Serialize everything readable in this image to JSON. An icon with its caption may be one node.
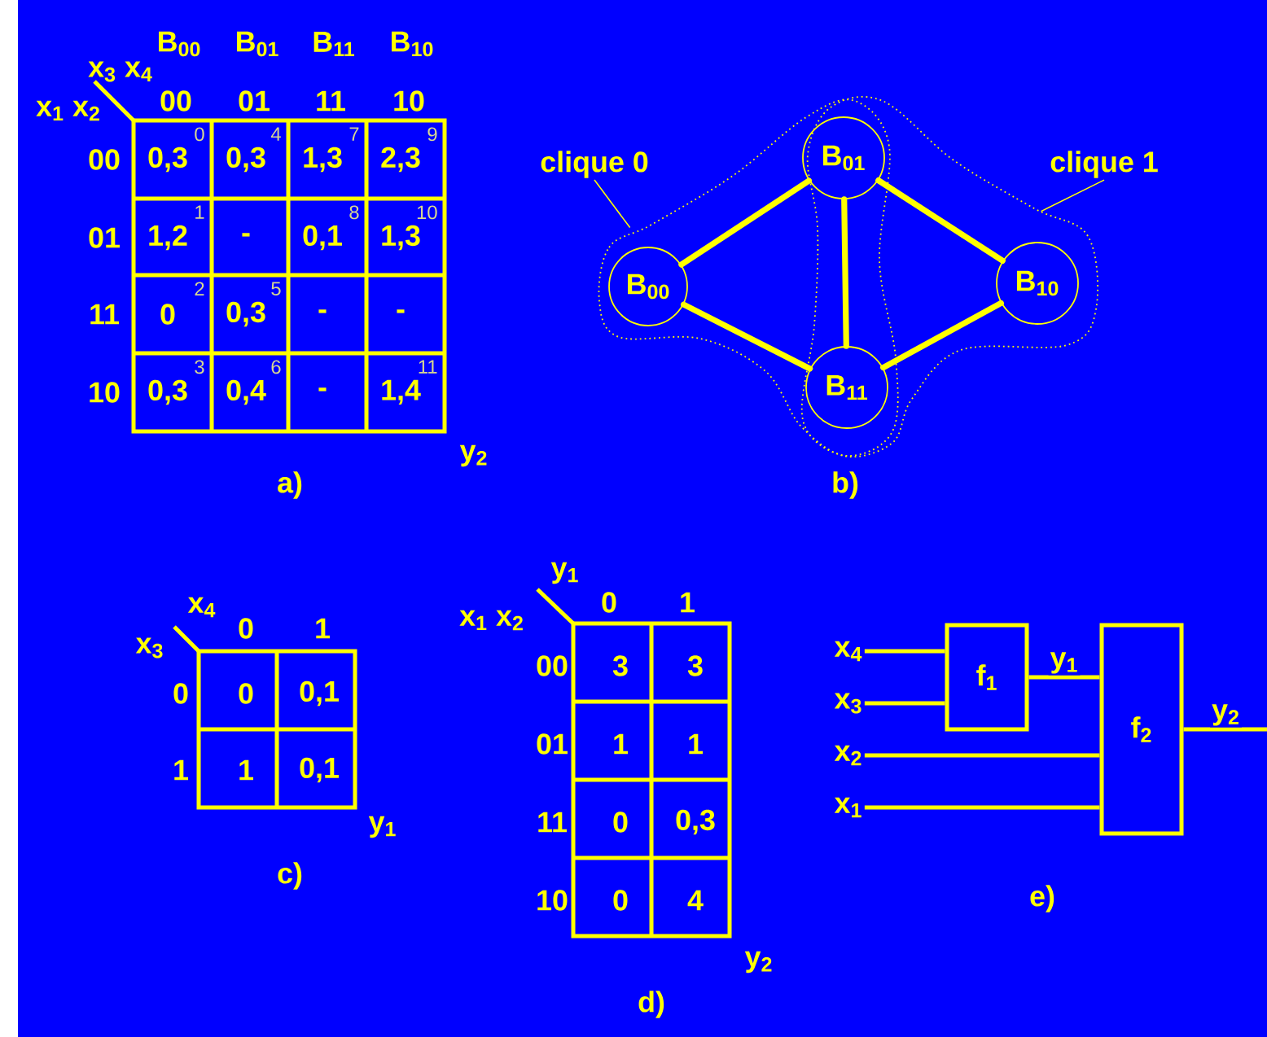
{
  "diagram": {
    "nodes": [
      {
        "text": [
          "clique 0"
        ]
      },
      {
        "text": [],
        "shape": "cloud"
      },
      {
        "text": [
          "clique 1"
        ]
      },
      {
        "text": [],
        "shape": "cloud"
      },
      {
        "text": [
          "B$_{01}$"
        ]
      },
      {
        "text": [
          "B$_{00}$"
        ],
        "in": 1
      },
      {
        "text": [
          "B$_{10}$"
        ],
        "in": 3
      },
      {
        "text": [
          "B$_{11}$"
        ]
      },
      {
        "text": [
          "x$_{4}$"
        ]
      },
      {
        "text": [
          "x$_{3}$"
        ]
      },
      {
        "text": [
          "x$_{2}$"
        ]
      },
      {
        "text": [
          "x$_{1}$"
        ]
      },
      {
        "text": [
          "f$_{1}$"
        ]
      },
      {
        "text": [
          "f$_{2}$"
        ]
      }
    ],
    "edges": [
      {
        "from": 0,
        "to": 1,
        "arrow": "none"
      },
      {
        "from": 2,
        "to": 3,
        "arrow": "none"
      },
      {
        "from": 5,
        "to": 4,
        "arrow": "none"
      },
      {
        "from": 5,
        "to": 7,
        "arrow": "none"
      },
      {
        "from": 4,
        "to": 7,
        "arrow": "none"
      },
      {
        "from": 4,
        "to": 6,
        "arrow": "none"
      },
      {
        "from": 7,
        "to": 6,
        "arrow": "none"
      },
      {
        "from": 8,
        "to": 12,
        "arrow": "none"
      },
      {
        "from": 9,
        "to": 12,
        "arrow": "none"
      },
      {
        "from": 12,
        "to": 13,
        "arrow": "none",
        "label": "y$_{1}$"
      },
      {
        "from": 10,
        "to": 13,
        "arrow": "none"
      },
      {
        "from": 11,
        "to": 13,
        "arrow": "none"
      },
      {
        "from": 13,
        "to": null,
        "arrow": "none",
        "label": "y$_{2}$"
      }
    ],
    "labels": [
      "B$_{00}$",
      "B$_{01}$",
      "B$_{11}$",
      "B$_{10}$",
      "x$_{3}$ x$_{4}$",
      "x$_{1}$ x$_{2}$",
      "00",
      "01",
      "11",
      "10",
      "00",
      "0,3",
      "0",
      "0,3",
      "4",
      "1,3",
      "7",
      "2,3",
      "9",
      "01",
      "1,2",
      "1",
      "-",
      "0,1",
      "8",
      "1,3",
      "10",
      "11",
      "0",
      "2",
      "0,3",
      "5",
      "-",
      "-",
      "10",
      "0,3",
      "3",
      "0,4",
      "6",
      "-",
      "1,4",
      "11",
      "y$_{2}$",
      "a)",
      "b)",
      "x$_{4}$",
      "x$_{3}$",
      "0",
      "1",
      "0",
      "0",
      "0,1",
      "1",
      "1",
      "0,1",
      "y$_{1}$",
      "c)",
      "y$_{1}$",
      "x$_{1}$ x$_{2}$",
      "0",
      "1",
      "00",
      "3",
      "3",
      "01",
      "1",
      "1",
      "11",
      "0",
      "0,3",
      "10",
      "0",
      "4",
      "y$_{2}$",
      "d)",
      "e)"
    ]
  }
}
